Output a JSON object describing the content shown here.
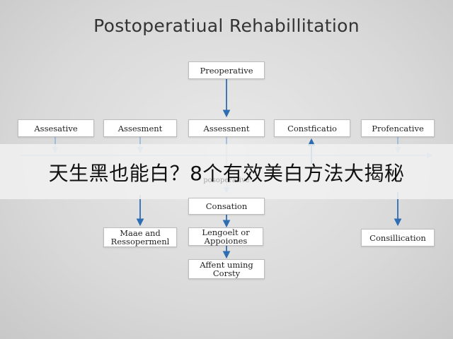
{
  "diagram": {
    "title": "Postoperatiual Rehabillitation",
    "nodes": {
      "preoperative": "Preoperative",
      "assesative": "Assesative",
      "assesment": "Assesment",
      "assessnent": "Assessnent",
      "constficatio": "Constficatio",
      "profencative": "Profencative",
      "consation": "Consation",
      "maae": "Maae and\nRessopermenl",
      "lengoelt": "Lengoelt or\nAppoiones",
      "affent": "Affent uming\nCorsty",
      "consillication": "Consillication"
    },
    "ghost_text": "posoperative",
    "arrow_color": "#2f6db3",
    "light_arrow_color": "#8fb3dc"
  },
  "banner": {
    "text": "天生黑也能白？8个有效美白方法大揭秘"
  }
}
